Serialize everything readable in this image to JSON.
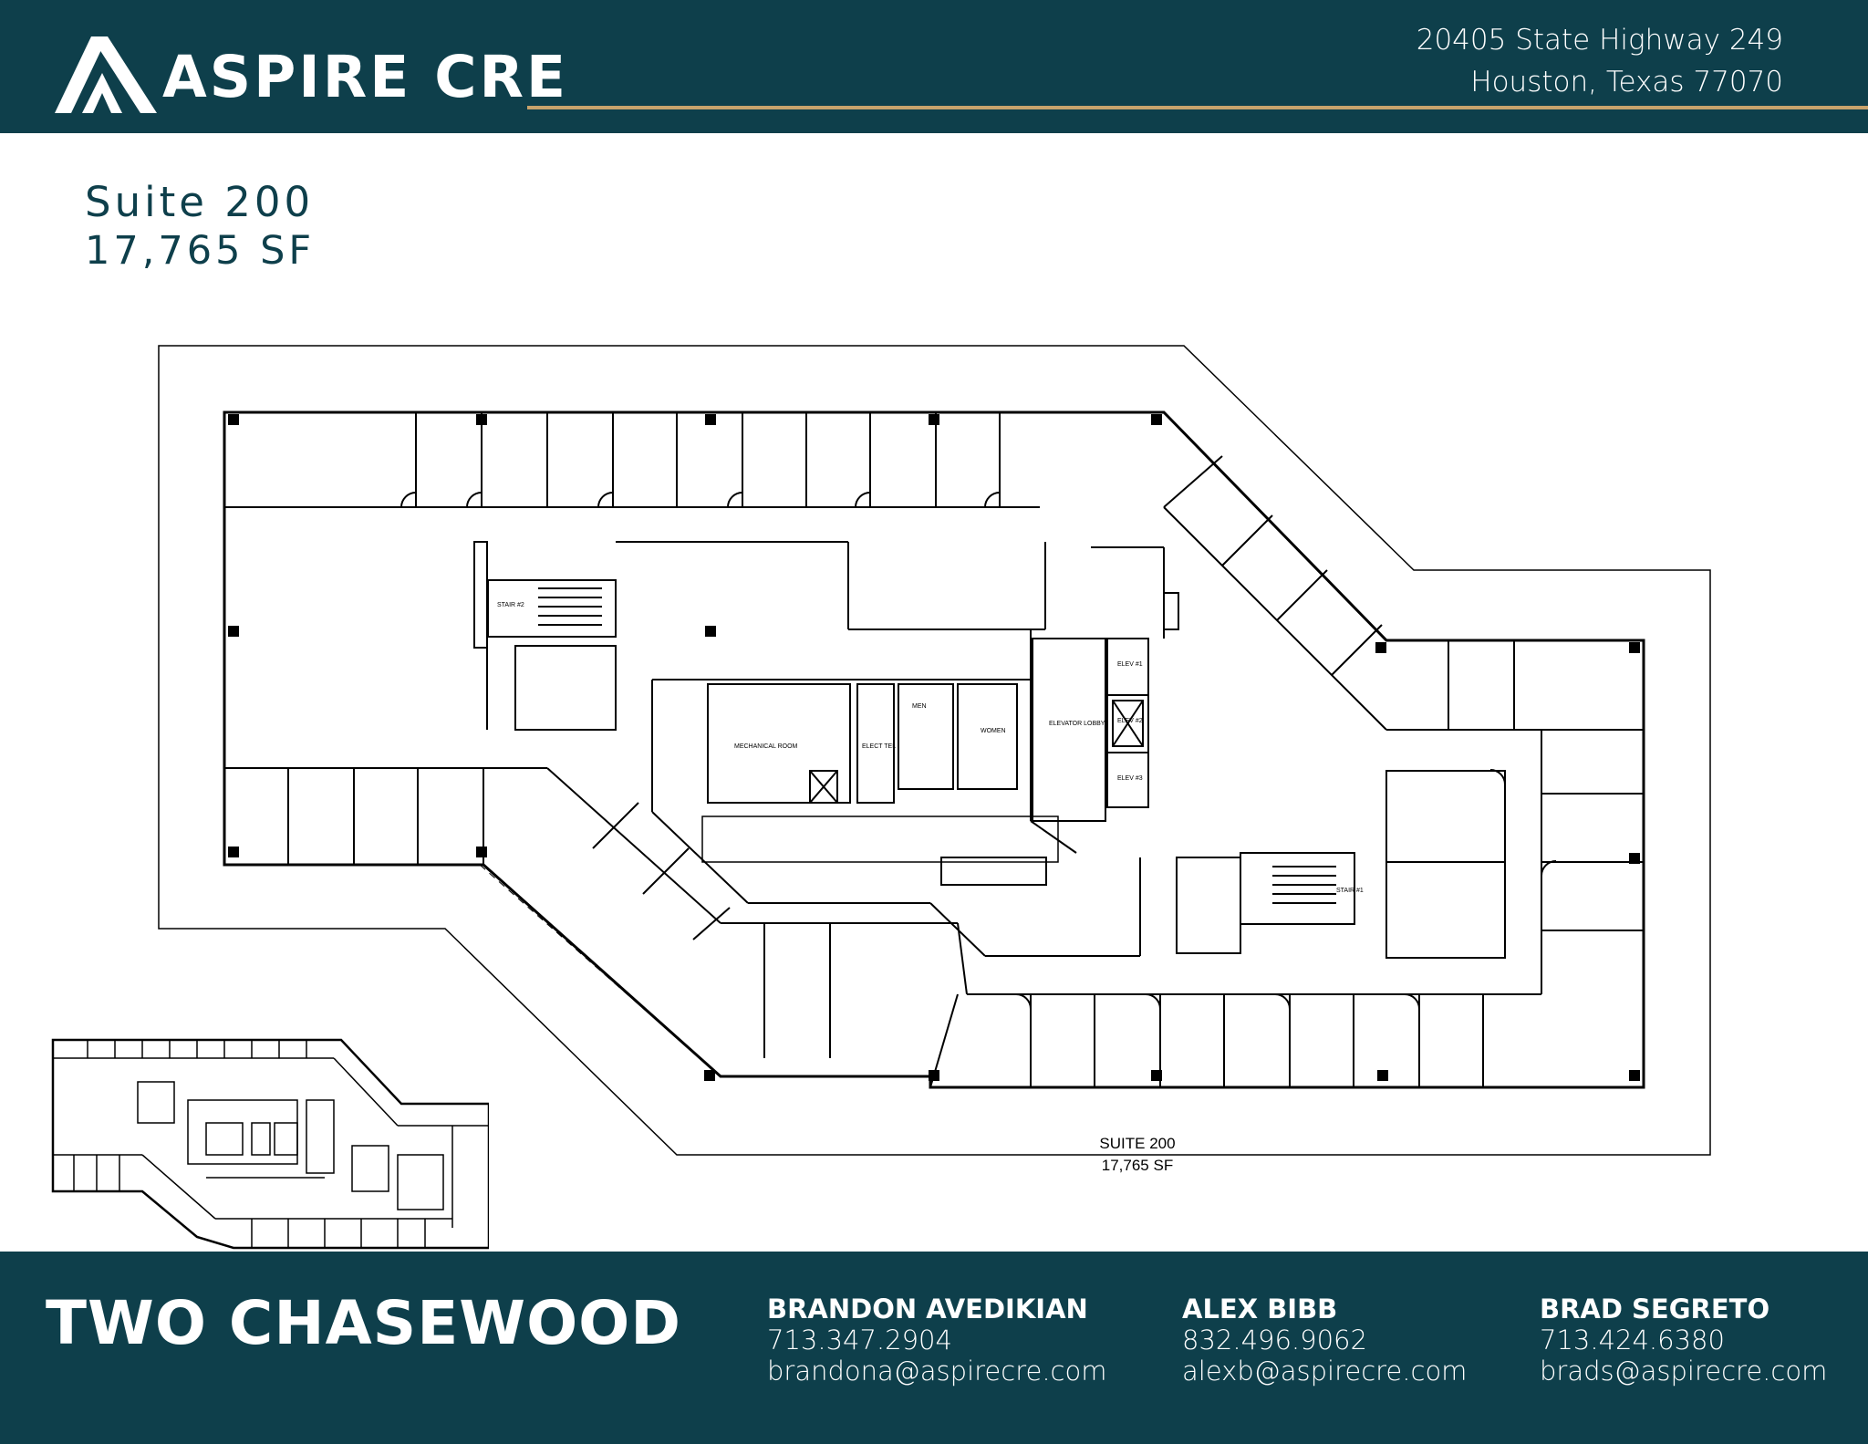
{
  "header": {
    "brand": "ASPIRE CRE",
    "address_line1": "20405 State Highway 249",
    "address_line2": "Houston, Texas 77070"
  },
  "suite": {
    "title": "Suite 200",
    "area": "17,765 SF"
  },
  "floorplan": {
    "suite_label": "SUITE 200",
    "area_label": "17,765 SF",
    "room_labels": {
      "stair2": "STAIR #2",
      "stair1": "STAIR #1",
      "mechanical": "MECHANICAL ROOM",
      "elect": "ELECT TEL",
      "men": "MEN",
      "women": "WOMEN",
      "elevator_lobby": "ELEVATOR LOBBY",
      "elev1": "ELEV #1",
      "elev2": "ELEV #2",
      "elev3": "ELEV #3"
    }
  },
  "footer": {
    "building": "TWO CHASEWOOD",
    "contacts": [
      {
        "name": "BRANDON AVEDIKIAN",
        "phone": "713.347.2904",
        "email": "brandona@aspirecre.com"
      },
      {
        "name": "ALEX BIBB",
        "phone": "832.496.9062",
        "email": "alexb@aspirecre.com"
      },
      {
        "name": "BRAD SEGRETO",
        "phone": "713.424.6380",
        "email": "brads@aspirecre.com"
      }
    ]
  },
  "colors": {
    "primary": "#0e3f4b",
    "accent": "#c8a36c"
  }
}
